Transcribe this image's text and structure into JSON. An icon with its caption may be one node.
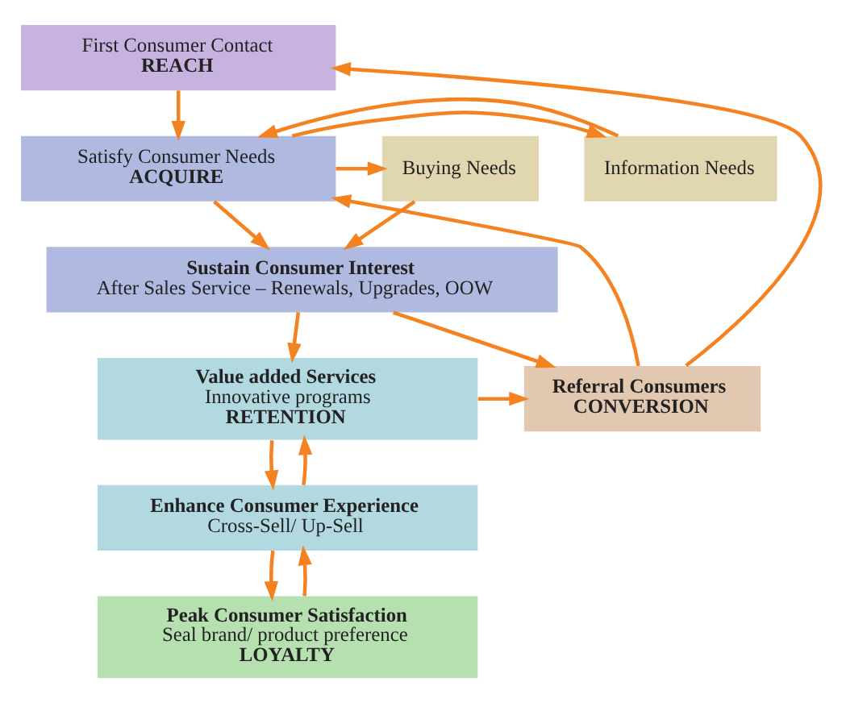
{
  "diagram": {
    "nodes": [
      {
        "text": [
          "First Consumer Contact",
          "REACH"
        ]
      },
      {
        "text": [
          "Information Needs"
        ]
      },
      {
        "text": [
          "Satisfy Consumer Needs",
          "ACQUIRE"
        ]
      },
      {
        "text": [
          "Buying Needs"
        ]
      },
      {
        "text": [
          "Sustain Consumer Interest",
          "After Sales Service – Renewals, Upgrades, OOW"
        ]
      },
      {
        "text": [
          "Value added Services",
          "Innovative programs",
          "RETENTION"
        ]
      },
      {
        "text": [
          "Referral Consumers",
          "CONVERSION"
        ]
      },
      {
        "text": [
          "Enhance Consumer Experience",
          "Cross-Sell/ Up-Sell"
        ]
      },
      {
        "text": [
          "Peak Consumer Satisfaction",
          "Seal brand/ product preference",
          "LOYALTY"
        ]
      }
    ],
    "edges": [
      {
        "from": 0,
        "to": 2,
        "arrow": "to"
      },
      {
        "from": 2,
        "to": 1,
        "arrow": "to"
      },
      {
        "from": 1,
        "to": 2,
        "arrow": "to"
      },
      {
        "from": 2,
        "to": 3,
        "arrow": "to"
      },
      {
        "from": 2,
        "to": 4,
        "arrow": "to"
      },
      {
        "from": 3,
        "to": 4,
        "arrow": "to"
      },
      {
        "from": 4,
        "to": 6,
        "arrow": "to"
      },
      {
        "from": 4,
        "to": 5,
        "arrow": "to"
      },
      {
        "from": 5,
        "to": 6,
        "arrow": "to"
      },
      {
        "from": 6,
        "to": 0,
        "arrow": "to"
      },
      {
        "from": 6,
        "to": 2,
        "arrow": "to"
      },
      {
        "from": 5,
        "to": 7,
        "arrow": "to"
      },
      {
        "from": 7,
        "to": 5,
        "arrow": "to"
      },
      {
        "from": 7,
        "to": 8,
        "arrow": "to"
      },
      {
        "from": 8,
        "to": 7,
        "arrow": "to"
      }
    ]
  }
}
